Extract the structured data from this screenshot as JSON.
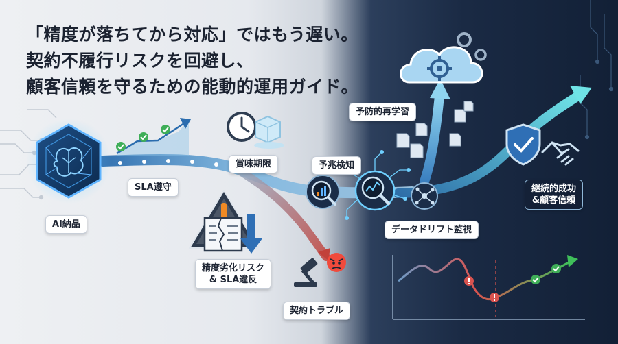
{
  "headline": {
    "line1": "「精度が落ちてから対応」ではもう遅い。",
    "line2": "契約不履行リスクを回避し、",
    "line3": "顧客信頼を守るための能動的運用ガイド。"
  },
  "labels": {
    "ai_delivery": "AI納品",
    "sla_compliance": "SLA遵守",
    "expiry": "賞味期限",
    "degradation_line1": "精度劣化リスク",
    "degradation_line2": "& SLA違反",
    "contract_trouble": "契約トラブル",
    "early_detection": "予兆検知",
    "drift_monitoring": "データドリフト監視",
    "preventive_retraining": "予防的再学習",
    "success_line1": "継続的成功",
    "success_line2": "&顧客信頼"
  },
  "colors": {
    "light_bg": "#eef0f3",
    "dark_bg": "#14233a",
    "path_blue": "#5fa8d8",
    "risk_red": "#d9534f",
    "success_green": "#3fae58",
    "warning_orange": "#f08a24"
  },
  "icons": [
    "brain-icon",
    "check-icon",
    "clock-icon",
    "ice-cube-icon",
    "warning-icon",
    "torn-document-icon",
    "down-arrow-icon",
    "gavel-icon",
    "angry-face-icon",
    "magnifier-chart-icon",
    "magnifier-trend-icon",
    "network-node-icon",
    "cloud-gear-icon",
    "document-icon",
    "shield-check-icon",
    "handshake-icon",
    "alert-icon"
  ]
}
